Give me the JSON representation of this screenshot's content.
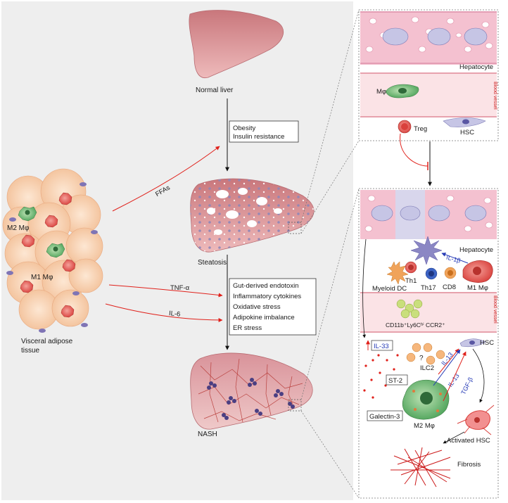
{
  "labels": {
    "normal_liver": "Normal liver",
    "steatosis": "Steatosis",
    "nash": "NASH",
    "ffas": "FFAs",
    "tnf": "TNF-α",
    "il6": "IL-6",
    "m2_adipose": "M2 Mφ",
    "m1_adipose": "M1 Mφ",
    "visceral_line1": "Visceral adipose",
    "visceral_line2": "tissue",
    "hepatocyte_top": "Hepatocyte",
    "mphi_top": "Mφ",
    "blood_vessel_top": "Blood vessel",
    "treg": "Treg",
    "hsc_top": "HSC",
    "hepatocyte_bottom": "Hepatocyte",
    "il1b": "IL-1β",
    "th1": "Th1",
    "myeloid_dc": "Myeloid DC",
    "th17": "Th17",
    "cd8": "CD8",
    "m1_liver": "M1 Mφ",
    "cd11b": "CD11b⁺Ly6Cʰⁱ CCR2⁺",
    "blood_vessel_bottom": "Blood vessel",
    "il33": "IL-33",
    "question": "?",
    "ilc2": "ILC2",
    "hsc_bottom": "HSC",
    "st2": "ST-2",
    "il13a": "IL-13",
    "il13b": "IL-13",
    "tgfb": "TGF-β",
    "galectin3": "Galectin-3",
    "m2_liver": "M2 Mφ",
    "activated_hsc": "Activated HSC",
    "fibrosis": "Fibrosis"
  },
  "boxes": {
    "box1": [
      "Obesity",
      "Insulin resistance"
    ],
    "box2": [
      "Gut-derived endotoxin",
      "Inflammatory cytokines",
      "Oxidative stress",
      "Adipokine imbalance",
      "ER stress"
    ]
  },
  "colors": {
    "background_panel": "#eeeeee",
    "liver": "#d88f92",
    "adipocyte": "#f8d3b3",
    "hepatocyte": "#f4c1d0",
    "red_arrow": "#e0201a",
    "blue_text": "#2338b5",
    "fibrosis": "#cc1a1a"
  }
}
